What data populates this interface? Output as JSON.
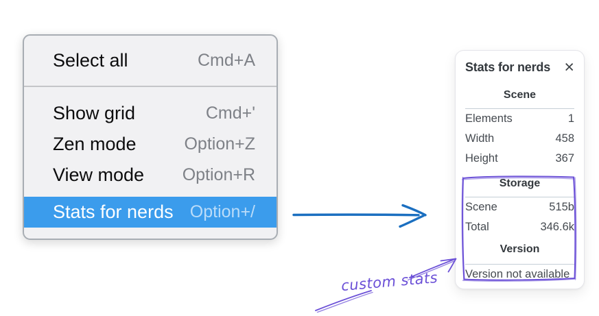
{
  "menu": {
    "items": [
      {
        "label": "Select all",
        "shortcut": "Cmd+A",
        "highlighted": false
      },
      {
        "label": "Show grid",
        "shortcut": "Cmd+'",
        "highlighted": false
      },
      {
        "label": "Zen mode",
        "shortcut": "Option+Z",
        "highlighted": false
      },
      {
        "label": "View mode",
        "shortcut": "Option+R",
        "highlighted": false
      },
      {
        "label": "Stats for nerds",
        "shortcut": "Option+/",
        "highlighted": true
      }
    ],
    "highlight_color": "#3b9cec"
  },
  "stats_panel": {
    "title": "Stats for nerds",
    "close_icon": "×",
    "sections": [
      {
        "header": "Scene",
        "rows": [
          {
            "label": "Elements",
            "value": "1"
          },
          {
            "label": "Width",
            "value": "458"
          },
          {
            "label": "Height",
            "value": "367"
          }
        ]
      },
      {
        "header": "Storage",
        "rows": [
          {
            "label": "Scene",
            "value": "515b"
          },
          {
            "label": "Total",
            "value": "346.6k"
          }
        ]
      },
      {
        "header": "Version",
        "note": "Version not available"
      }
    ]
  },
  "annotations": {
    "label": "custom stats",
    "purple": "#6b50d7",
    "arrow_blue": "#1b6fc0"
  }
}
